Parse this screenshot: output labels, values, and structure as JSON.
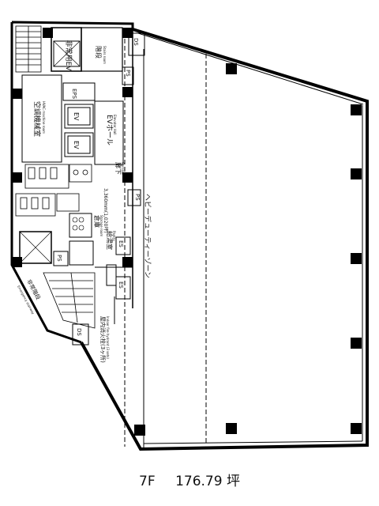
{
  "caption": {
    "floor": "7F",
    "area": "176.79 坪"
  },
  "rooms": {
    "emergency_ev": "非常用EV",
    "stairs": "階段",
    "stairs_en": "Stairs room",
    "eps": "EPS",
    "hvac": "空調機械室",
    "hvac_en": "HVAC machine room",
    "ev_hall": "EVホール",
    "ev_hall_en": "Elevator Hall",
    "ev": "EV",
    "corridor": "廊下",
    "corridor_en": "Corridor",
    "storage": "倉庫",
    "storage_en": "Storage room",
    "pantry": "給湯室",
    "pantry_en": "Pantry",
    "ps": "PS",
    "ds": "DS",
    "es": "ES",
    "height_note": "3,360mm(1,020坪)",
    "heavy_zone": "ヘビーデューティーゾーン",
    "fire_hydrant": "屋内消火栓(3ヶ所)",
    "fire_hydrant_en": "Indoor fire hydrant (3 sets)",
    "escape_stair": "非常階段",
    "escape_stair_en": "Emergency stairway"
  }
}
